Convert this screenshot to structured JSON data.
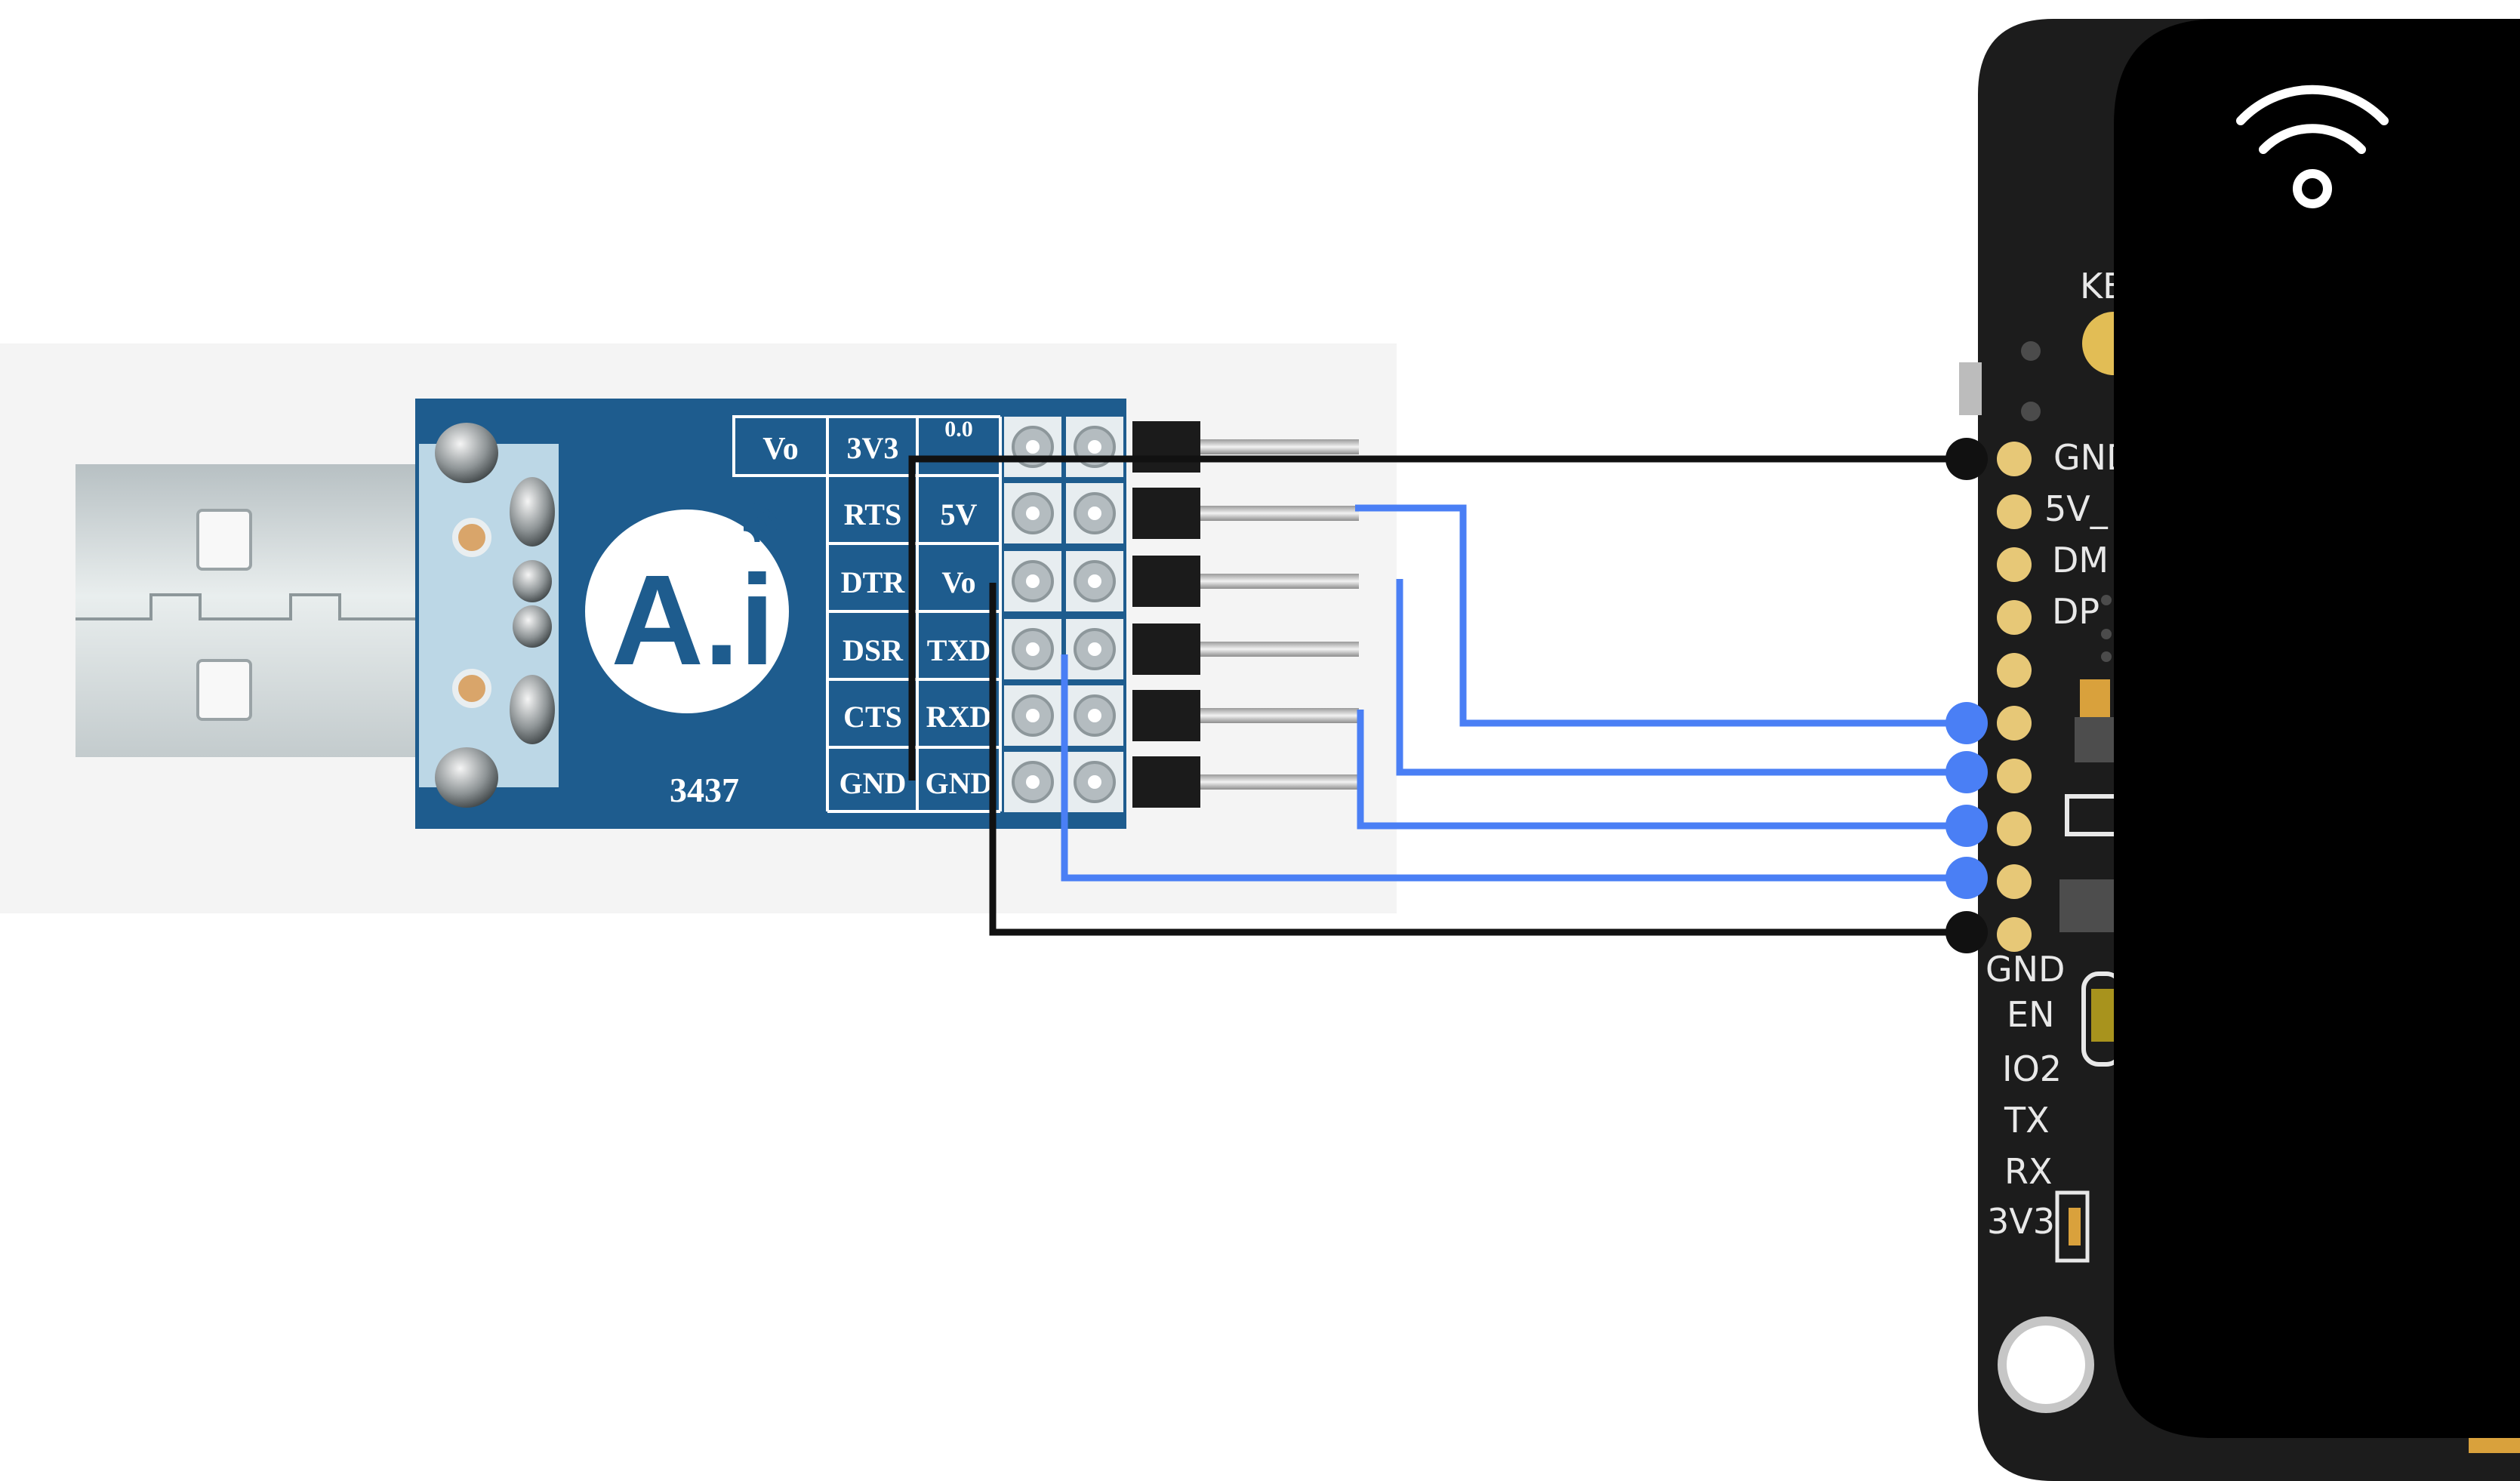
{
  "usb_adapter": {
    "logo_text": "A.i",
    "model_number": "3437",
    "header_top_label": "Vo",
    "jumper_label": "0.0",
    "left_column_labels": [
      "3V3",
      "RTS",
      "DTR",
      "DSR",
      "CTS",
      "GND"
    ],
    "right_column_labels": [
      "",
      "5V",
      "Vo",
      "TXD",
      "RXD",
      "GND"
    ],
    "colors": {
      "pcb": "#1e5c8e",
      "usb_metal": "#c9d1d3",
      "header_black": "#1b1b1b"
    }
  },
  "target_board": {
    "button_label": "KE",
    "pin_labels": [
      "GND",
      "5V_",
      "DM",
      "DP",
      "",
      "",
      "",
      "",
      "",
      "",
      "GND",
      "EN",
      "IO2",
      "TX",
      "RX",
      "3V3"
    ],
    "colors": {
      "board": "#1c1c1c",
      "pad": "#e7c877",
      "screen": "#000000"
    }
  },
  "wires": [
    {
      "name": "wire-gnd-top",
      "color": "#111111",
      "from": "3V3/GND column",
      "to": "GND"
    },
    {
      "name": "wire-5v",
      "color": "#4a7ff5",
      "from": "5V pin",
      "to": "pad 6"
    },
    {
      "name": "wire-vo",
      "color": "#4a7ff5",
      "from": "Vo pin",
      "to": "pad 7"
    },
    {
      "name": "wire-rxd",
      "color": "#4a7ff5",
      "from": "RXD pin",
      "to": "pad 8"
    },
    {
      "name": "wire-txd",
      "color": "#4a7ff5",
      "from": "TXD column",
      "to": "pad 9"
    },
    {
      "name": "wire-gnd-bottom",
      "color": "#111111",
      "from": "Vo column",
      "to": "GND"
    }
  ]
}
